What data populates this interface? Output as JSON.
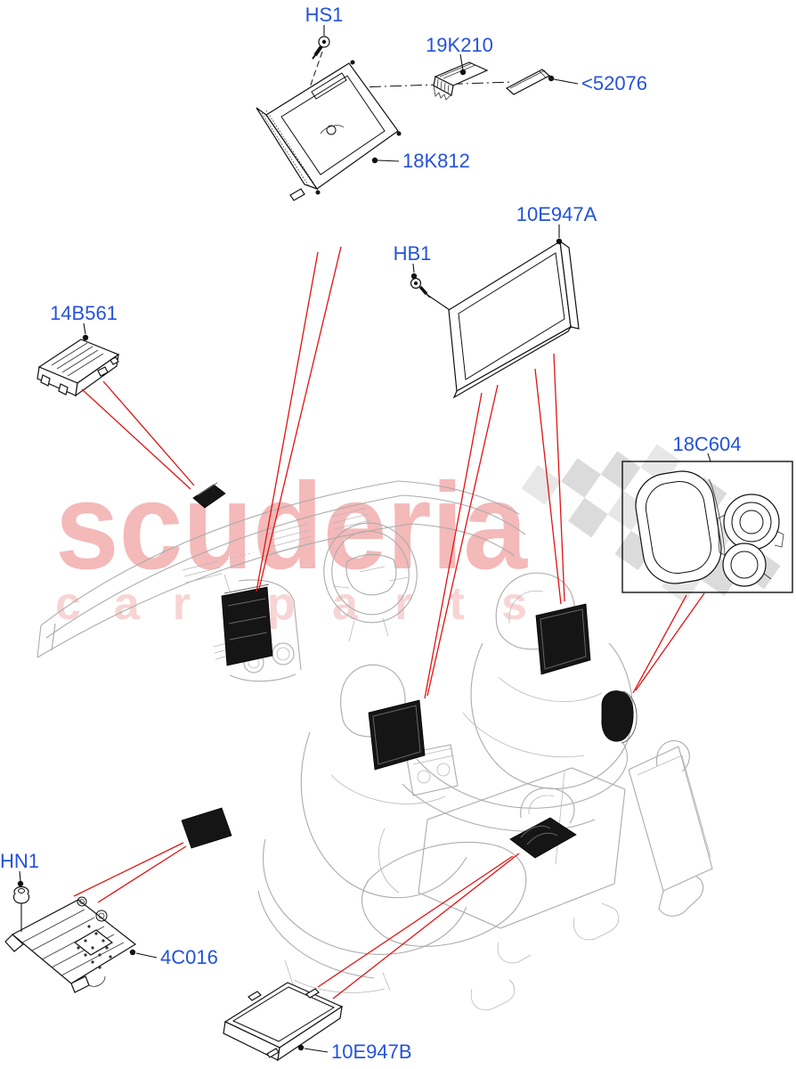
{
  "diagram": {
    "title_watermark": {
      "brand": "scuderia",
      "word_left": "car",
      "word_right": "parts"
    },
    "parts": [
      {
        "id": "HS1",
        "label": "HS1",
        "type": "screw"
      },
      {
        "id": "19K210",
        "label": "19K210",
        "type": "module"
      },
      {
        "id": "52076",
        "label": "<52076",
        "type": "trim-plate"
      },
      {
        "id": "18K812",
        "label": "18K812",
        "type": "head-unit"
      },
      {
        "id": "10E947A",
        "label": "10E947A",
        "type": "display-screen"
      },
      {
        "id": "HB1",
        "label": "HB1",
        "type": "screw"
      },
      {
        "id": "14B561",
        "label": "14B561",
        "type": "control-module"
      },
      {
        "id": "18C604",
        "label": "18C604",
        "type": "speaker-kit"
      },
      {
        "id": "HN1",
        "label": "HN1",
        "type": "nut"
      },
      {
        "id": "4C016",
        "label": "4C016",
        "type": "amplifier"
      },
      {
        "id": "10E947B",
        "label": "10E947B",
        "type": "display-module"
      }
    ],
    "colors": {
      "label_blue": "#2452DB",
      "leader_red": "#E01313",
      "watermark_pink": "#F4B9B9",
      "drawing_gray": "#ABABAB",
      "checker_gray": "#DBDBDB"
    }
  }
}
